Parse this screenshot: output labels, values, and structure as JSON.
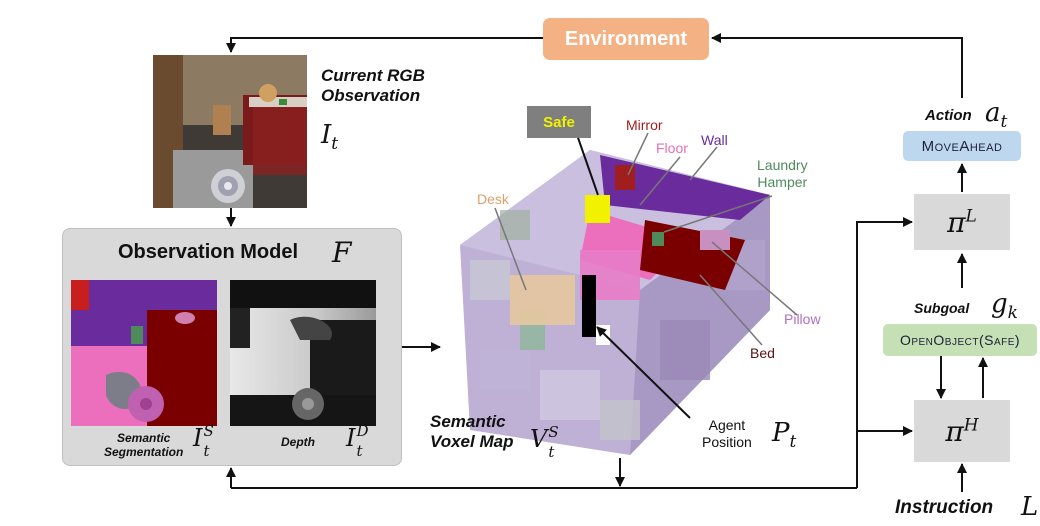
{
  "environment": {
    "label": "Environment"
  },
  "rgb": {
    "title": "Current RGB\nObservation",
    "symbol_base": "I",
    "symbol_sub": "t"
  },
  "observation_model": {
    "title": "Observation Model",
    "symbol": "F"
  },
  "segmentation": {
    "label": "Semantic\nSegmentation",
    "symbol_base": "I",
    "symbol_sub": "t",
    "symbol_sup": "S"
  },
  "depth": {
    "label": "Depth",
    "symbol_base": "I",
    "symbol_sub": "t",
    "symbol_sup": "D"
  },
  "voxel_map": {
    "label": "Semantic\nVoxel Map",
    "symbol_base": "V",
    "symbol_sub": "t",
    "symbol_sup": "S",
    "safe_label": "Safe",
    "objects": {
      "mirror": "Mirror",
      "floor": "Floor",
      "wall": "Wall",
      "laundry": "Laundry\nHamper",
      "desk": "Desk",
      "pillow": "Pillow",
      "bed": "Bed"
    },
    "agent": {
      "label": "Agent\nPosition",
      "symbol_base": "P",
      "symbol_sub": "t"
    }
  },
  "action": {
    "label": "Action",
    "symbol_base": "a",
    "symbol_sub": "t",
    "value": "MoveAhead"
  },
  "low_policy": {
    "base": "π",
    "sup": "L"
  },
  "subgoal": {
    "label": "Subgoal",
    "symbol_base": "g",
    "symbol_sub": "k",
    "value": "OpenObject(Safe)"
  },
  "high_policy": {
    "base": "π",
    "sup": "H"
  },
  "instruction": {
    "label": "Instruction",
    "symbol": "L"
  },
  "colors": {
    "env": "#f4b183",
    "panel": "#d9d9d9",
    "action_pill": "#bdd7ee",
    "subgoal_pill": "#c5e0b4",
    "safe": "#f2f200",
    "floor": "#ec6fbd",
    "wall": "#6a2b9c",
    "bed": "#7a0000",
    "desk": "#e6c8a0",
    "laundry": "#4f8a5b"
  }
}
